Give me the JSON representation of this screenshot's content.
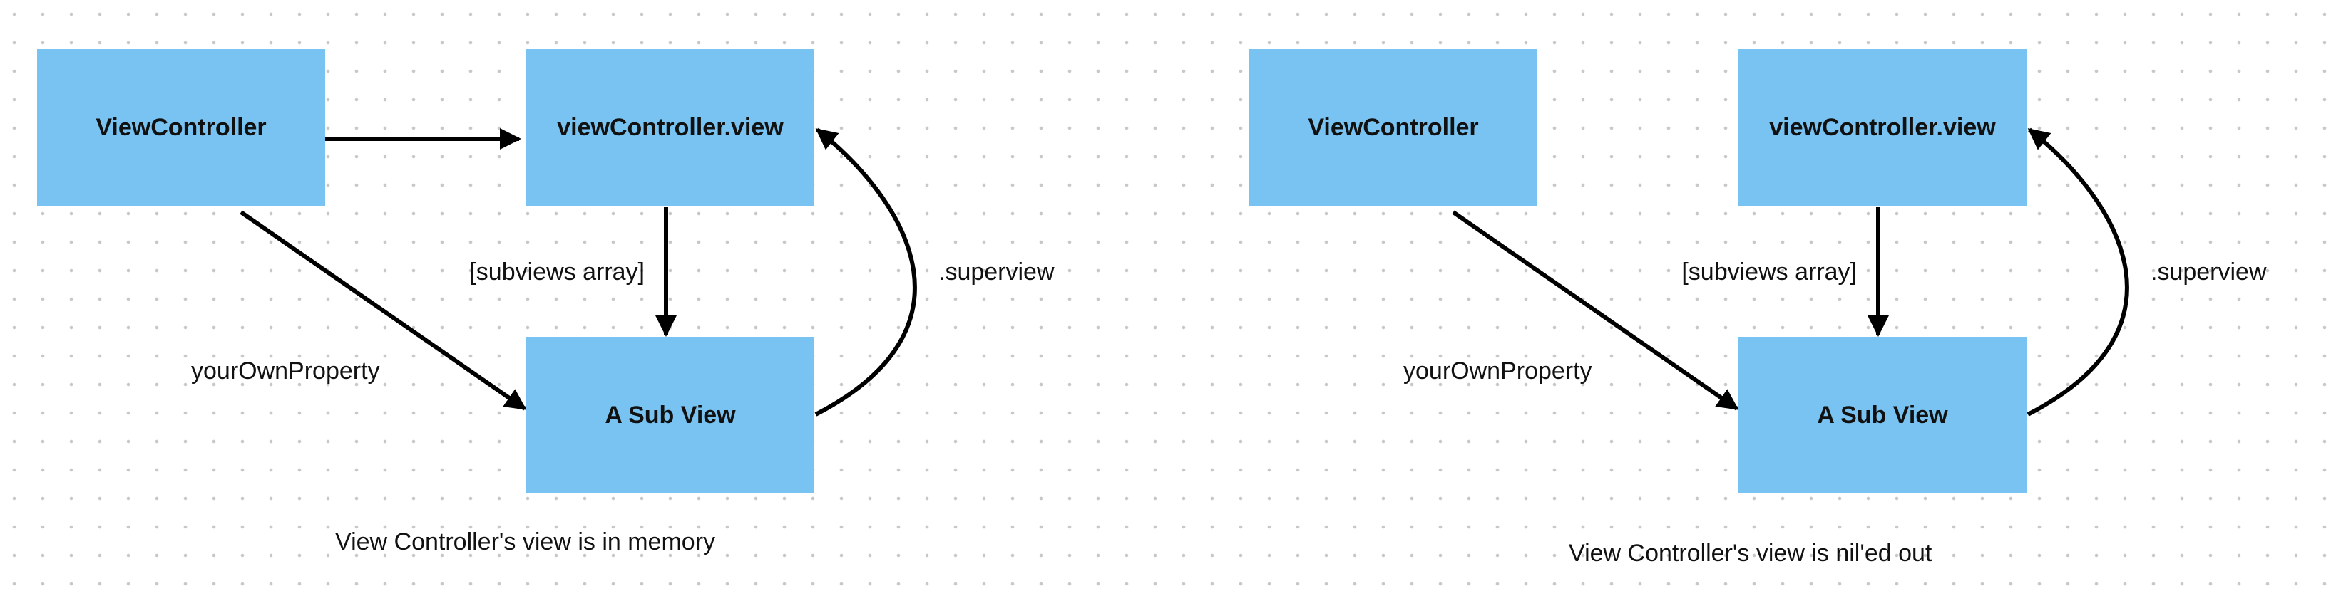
{
  "diagrams": [
    {
      "nodes": {
        "view_controller": "ViewController",
        "vc_view": "viewController.view",
        "sub_view": "A Sub View"
      },
      "edges": {
        "subviews": "[subviews array]",
        "superview": ".superview",
        "own_property": "yourOwnProperty"
      },
      "caption": "View Controller's view is in memory"
    },
    {
      "nodes": {
        "view_controller": "ViewController",
        "vc_view": "viewController.view",
        "sub_view": "A Sub View"
      },
      "edges": {
        "subviews": "[subviews array]",
        "superview": ".superview",
        "own_property": "yourOwnProperty"
      },
      "caption": "View Controller's view is nil'ed out"
    }
  ],
  "colors": {
    "node_fill": "#78c3f1",
    "arrow": "#000000",
    "text": "#111111",
    "grid_dot": "#c8c8c8"
  }
}
